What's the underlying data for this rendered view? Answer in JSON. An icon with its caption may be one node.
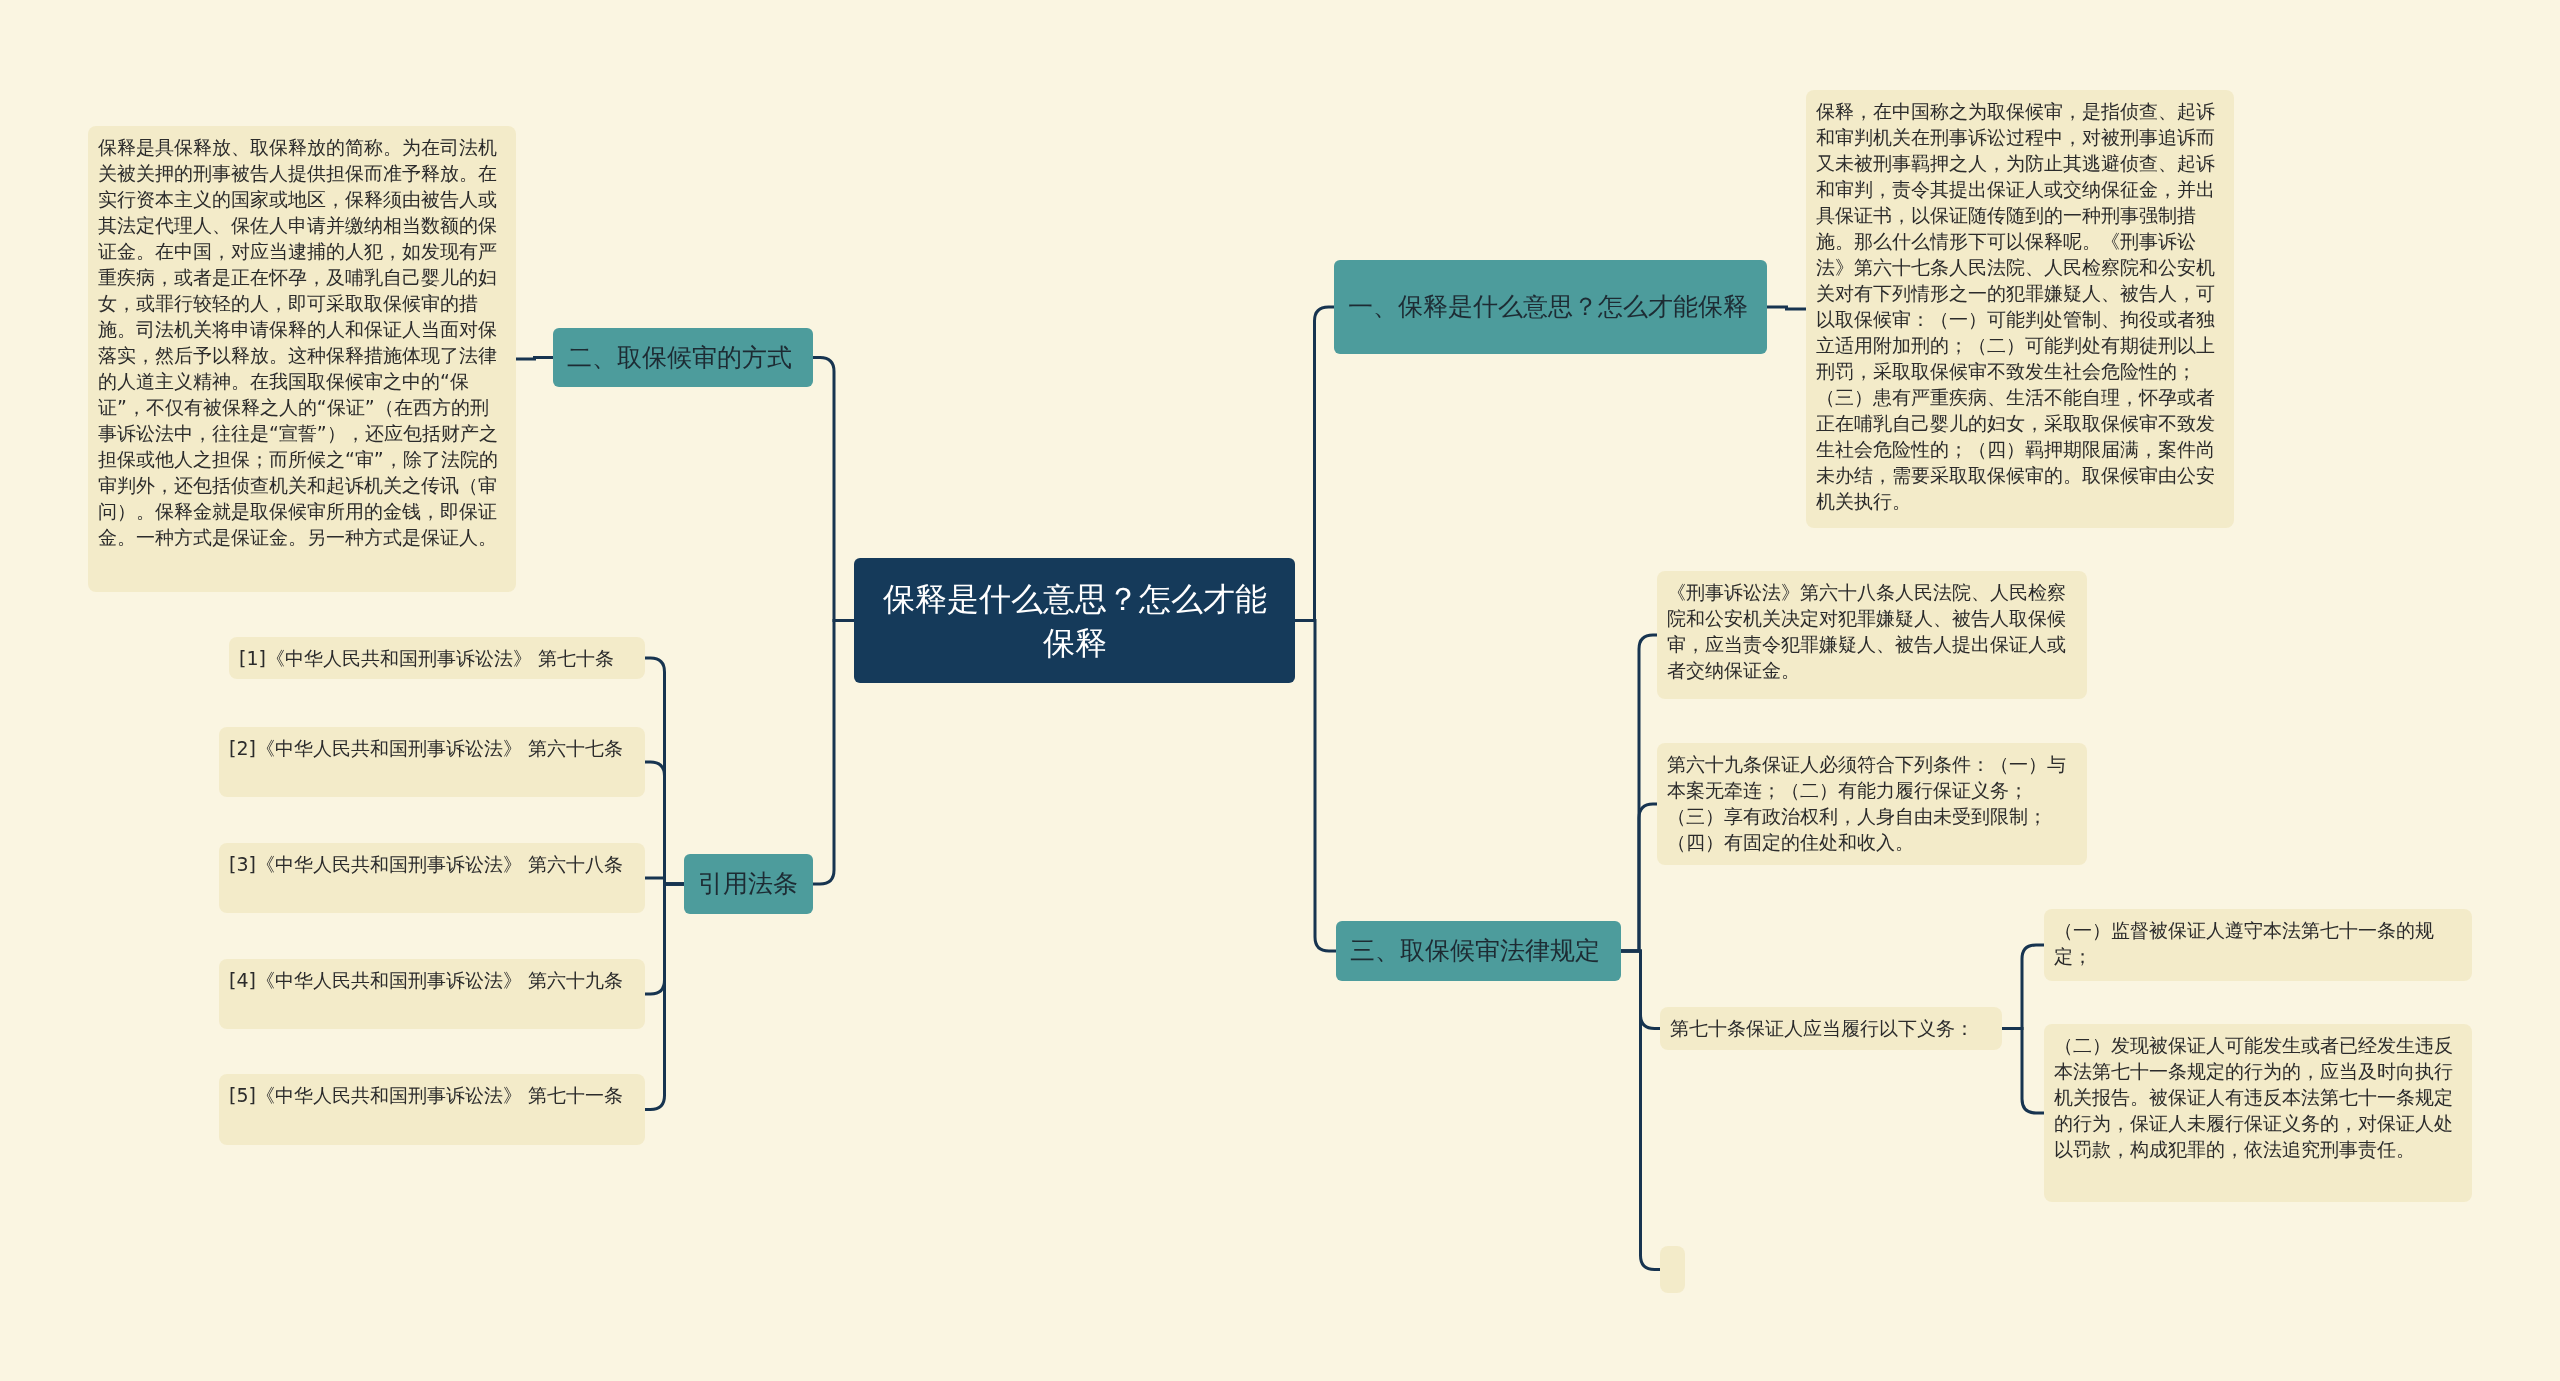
{
  "diagram": {
    "nodes": [
      {
        "text": [
          "保释是什么意思？怎么才能保释"
        ]
      },
      {
        "text": [
          "一、保释是什么意思？怎么才能保释"
        ]
      },
      {
        "text": [
          "保释，在中国称之为取保候审，是指侦查、起诉和审判机关在刑事诉讼过程中，对被刑事追诉而又未被刑事羁押之人，为防止其逃避侦查、起诉和审判，责令其提出保证人或交纳保征金，并出具保证书，以保证随传随到的一种刑事强制措施。那么什么情形下可以保释呢。《刑事诉讼法》第六十七条人民法院、人民检察院和公安机关对有下列情形之一的犯罪嫌疑人、被告人，可以取保候审：（一）可能判处管制、拘役或者独立适用附加刑的；（二）可能判处有期徒刑以上刑罚，采取取保候审不致发生社会危险性的；（三）患有严重疾病、生活不能自理，怀孕或者正在哺乳自己婴儿的妇女，采取取保候审不致发生社会危险性的；（四）羁押期限届满，案件尚未办结，需要采取取保候审的。取保候审由公安机关执行。"
        ]
      },
      {
        "text": [
          "二、取保候审的方式"
        ]
      },
      {
        "text": [
          "保释是具保释放、取保释放的简称。为在司法机关被关押的刑事被告人提供担保而准予释放。在实行资本主义的国家或地区，保释须由被告人或其法定代理人、保佐人申请并缴纳相当数额的保证金。在中国，对应当逮捕的人犯，如发现有严重疾病，或者是正在怀孕，及哺乳自己婴儿的妇女，或罪行较轻的人，即可采取取保候审的措施。司法机关将申请保释的人和保证人当面对保落实，然后予以释放。这种保释措施体现了法律的人道主义精神。在我国取保候审之中的“保证”，不仅有被保释之人的“保证”（在西方的刑事诉讼法中，往往是“宣誓”），还应包括财产之担保或他人之担保；而所候之“审”，除了法院的审判外，还包括侦查机关和起诉机关之传讯（审问）。保释金就是取保候审所用的金钱，即保证金。一种方式是保证金。另一种方式是保证人。"
        ]
      },
      {
        "text": [
          "引用法条"
        ]
      },
      {
        "text": [
          "[1]《中华人民共和国刑事诉讼法》 第七十条"
        ]
      },
      {
        "text": [
          "[2]《中华人民共和国刑事诉讼法》 第六十七条"
        ]
      },
      {
        "text": [
          "[3]《中华人民共和国刑事诉讼法》 第六十八条"
        ]
      },
      {
        "text": [
          "[4]《中华人民共和国刑事诉讼法》 第六十九条"
        ]
      },
      {
        "text": [
          "[5]《中华人民共和国刑事诉讼法》 第七十一条"
        ]
      },
      {
        "text": [
          "三、取保候审法律规定"
        ]
      },
      {
        "text": [
          "《刑事诉讼法》第六十八条人民法院、人民检察院和公安机关决定对犯罪嫌疑人、被告人取保候审，应当责令犯罪嫌疑人、被告人提出保证人或者交纳保证金。"
        ]
      },
      {
        "text": [
          "第六十九条保证人必须符合下列条件：（一）与本案无牵连；（二）有能力履行保证义务；（三）享有政治权利，人身自由未受到限制；（四）有固定的住处和收入。"
        ]
      },
      {
        "text": [
          "第七十条保证人应当履行以下义务："
        ]
      },
      {
        "text": [
          "（一）监督被保证人遵守本法第七十一条的规定；"
        ]
      },
      {
        "text": [
          "（二）发现被保证人可能发生或者已经发生违反本法第七十一条规定的行为的，应当及时向执行机关报告。被保证人有违反本法第七十一条规定的行为，保证人未履行保证义务的，对保证人处以罚款，构成犯罪的，依法追究刑事责任。"
        ]
      },
      {
        "text": [],
        "shape": "box"
      }
    ],
    "edges": [
      {
        "from": 0,
        "to": 1,
        "arrow": "none"
      },
      {
        "from": 0,
        "to": 3,
        "arrow": "none"
      },
      {
        "from": 0,
        "to": 5,
        "arrow": "none"
      },
      {
        "from": 0,
        "to": 11,
        "arrow": "none"
      },
      {
        "from": 1,
        "to": 2,
        "arrow": "none"
      },
      {
        "from": 3,
        "to": 4,
        "arrow": "none"
      },
      {
        "from": 5,
        "to": 6,
        "arrow": "none"
      },
      {
        "from": 5,
        "to": 7,
        "arrow": "none"
      },
      {
        "from": 5,
        "to": 8,
        "arrow": "none"
      },
      {
        "from": 5,
        "to": 9,
        "arrow": "none"
      },
      {
        "from": 5,
        "to": 10,
        "arrow": "none"
      },
      {
        "from": 11,
        "to": 12,
        "arrow": "none"
      },
      {
        "from": 11,
        "to": 13,
        "arrow": "none"
      },
      {
        "from": 11,
        "to": 14,
        "arrow": "none"
      },
      {
        "from": 11,
        "to": 17,
        "arrow": "none"
      },
      {
        "from": 14,
        "to": 15,
        "arrow": "none"
      },
      {
        "from": 14,
        "to": 16,
        "arrow": "none"
      }
    ]
  }
}
